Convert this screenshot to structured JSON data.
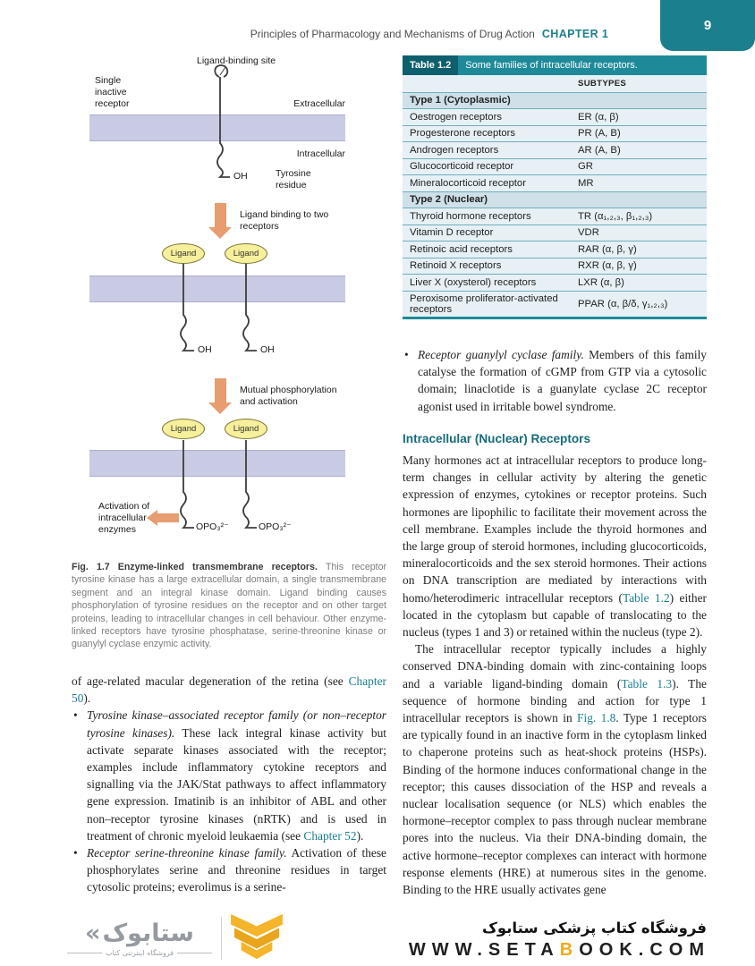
{
  "colors": {
    "teal_accent": "#1b7f8e",
    "table_label_bg": "#0e5f6d",
    "table_title_bg": "#1e8a99",
    "table_body_bg": "#e7f0f4",
    "membrane": "#c9cae3",
    "arrow": "#e79d6f",
    "ligand_fill": "#f6ef9b",
    "brand_gold": "#f2a91c"
  },
  "header": {
    "running_title": "Principles of Pharmacology and Mechanisms of Drug Action",
    "chapter_label": "CHAPTER 1",
    "page_number": "9"
  },
  "figure": {
    "ligand_binding_site": "Ligand-binding site",
    "single_inactive_receptor": "Single inactive receptor",
    "extracellular": "Extracellular",
    "intracellular": "Intracellular",
    "oh": "OH",
    "tyrosine_residue": "Tyrosine residue",
    "arrow1_label": "Ligand binding to two receptors",
    "ligand": "Ligand",
    "arrow2_label": "Mutual phosphorylation and activation",
    "activation_label": "Activation of intracellular enzymes",
    "opo": "OPO₃²⁻",
    "caption_parts": [
      {
        "text": "Fig. 1.7  Enzyme-linked transmembrane receptors. ",
        "cls": "b dark"
      },
      {
        "text": "This receptor tyrosine kinase has a large extracellular domain, a single transmembrane segment and an integral kinase domain. Ligand binding causes phosphorylation of tyrosine residues on the receptor and on other target proteins, leading to intracellular changes in cell behaviour. Other enzyme-linked receptors have tyrosine phosphatase, serine-threonine kinase or guanylyl cyclase enzymic activity."
      }
    ]
  },
  "table": {
    "label": "Table 1.2",
    "title": "Some families of intracellular receptors.",
    "subtypes_header": "SUBTYPES",
    "sections": [
      {
        "header": "Type 1 (Cytoplasmic)",
        "rows": [
          {
            "name": "Oestrogen receptors",
            "subtype": "ER (α, β)"
          },
          {
            "name": "Progesterone receptors",
            "subtype": "PR (A, B)"
          },
          {
            "name": "Androgen receptors",
            "subtype": "AR (A, B)"
          },
          {
            "name": "Glucocorticoid receptor",
            "subtype": "GR"
          },
          {
            "name": "Mineralocorticoid receptor",
            "subtype": "MR"
          }
        ]
      },
      {
        "header": "Type 2 (Nuclear)",
        "rows": [
          {
            "name": "Thyroid hormone receptors",
            "subtype": "TR (α₁,₂,₃, β₁,₂,₃)"
          },
          {
            "name": "Vitamin D receptor",
            "subtype": "VDR"
          },
          {
            "name": "Retinoic acid receptors",
            "subtype": "RAR (α, β, γ)"
          },
          {
            "name": "Retinoid X receptors",
            "subtype": "RXR (α, β, γ)"
          },
          {
            "name": "Liver X (oxysterol) receptors",
            "subtype": "LXR (α, β)"
          },
          {
            "name": "Peroxisome proliferator-activated receptors",
            "subtype": "PPAR (α, β/δ, γ₁,₂,₃)"
          }
        ]
      }
    ]
  },
  "left_column": {
    "para_tail_parts": [
      {
        "text": "of age-related macular degeneration of the retina (see "
      },
      {
        "text": "Chapter 50",
        "cls": "link"
      },
      {
        "text": ")."
      }
    ],
    "bullet1_parts": [
      {
        "text": "Tyrosine kinase–associated receptor family (or non–receptor tyrosine kinases).",
        "cls": "it"
      },
      {
        "text": " These lack integral kinase activity but activate separate kinases associated with the receptor; examples include inflammatory cytokine receptors and signalling via the JAK/Stat pathways to affect inflammatory gene expression. Imatinib is an inhibitor of ABL and other non–receptor tyrosine kinases (nRTK) and is used in treatment of chronic myeloid leukaemia (see "
      },
      {
        "text": "Chapter 52",
        "cls": "link"
      },
      {
        "text": ")."
      }
    ],
    "bullet2_parts": [
      {
        "text": "Receptor serine-threonine kinase family.",
        "cls": "it"
      },
      {
        "text": " Activation of these phosphorylates serine and threonine residues in target cytosolic proteins; everolimus is a serine-"
      }
    ]
  },
  "right_column": {
    "bullet_parts": [
      {
        "text": "Receptor guanylyl cyclase family.",
        "cls": "it"
      },
      {
        "text": " Members of this family catalyse the formation of cGMP from GTP via a cytosolic domain; linaclotide is a guanylate cyclase 2C receptor agonist used in irritable bowel syndrome."
      }
    ],
    "heading": "Intracellular (Nuclear) Receptors",
    "para1_parts": [
      {
        "text": "Many hormones act at intracellular receptors to produce long-term changes in cellular activity by altering the genetic expression of enzymes, cytokines or receptor proteins. Such hormones are lipophilic to facilitate their movement across the cell membrane. Examples include the thyroid hormones and the large group of steroid hormones, including glucocorticoids, mineralocorticoids and the sex steroid hormones. Their actions on DNA transcription are mediated by interactions with homo/heterodimeric intracellular receptors ("
      },
      {
        "text": "Table 1.2",
        "cls": "link"
      },
      {
        "text": ") either located in the cytoplasm but capable of translocating to the nucleus (types 1 and 3) or retained within the nucleus (type 2)."
      }
    ],
    "para2_parts": [
      {
        "text": "The intracellular receptor typically includes a highly conserved DNA-binding domain with zinc-containing loops and a variable ligand-binding domain ("
      },
      {
        "text": "Table 1.3",
        "cls": "link"
      },
      {
        "text": "). The sequence of hormone binding and action for type 1 intracellular receptors is shown in "
      },
      {
        "text": "Fig. 1.8",
        "cls": "link"
      },
      {
        "text": ". Type 1 receptors are typically found in an inactive form in the cytoplasm linked to chaperone proteins such as heat-shock proteins (HSPs). Binding of the hormone induces conformational change in the receptor; this causes dissociation of the HSP and reveals a nuclear localisation sequence (or NLS) which enables the hormone–receptor complex to pass through nuclear membrane pores into the nucleus. Via their DNA-binding domain, the active hormone–receptor complexes can interact with hormone response elements (HRE) at numerous sites in the genome. Binding to the HRE usually activates gene"
      }
    ]
  },
  "footer": {
    "store_name_fa": "فروشگاه کتاب پزشکی ستابوک",
    "url_parts": [
      {
        "text": "WWW.SETA",
        "cls": "u-dark"
      },
      {
        "text": "B",
        "cls": "u-gold"
      },
      {
        "text": "OOK.COM",
        "cls": "u-dark"
      }
    ],
    "logo_mark": "«",
    "logo_text_fa": "ستابوک",
    "logo_subtitle_fa": "فروشگاه اینترنتی کتاب"
  }
}
